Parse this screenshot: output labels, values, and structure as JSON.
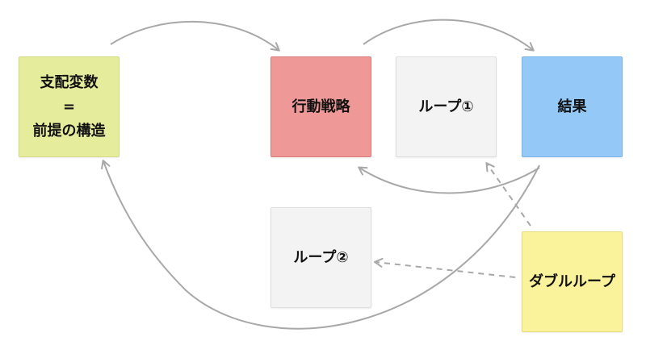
{
  "nodes": {
    "variables": {
      "label": "支配変数\n=\n前提の構造",
      "color": "#e5ec9c",
      "border": "#d4da86"
    },
    "strategy": {
      "label": "行動戦略",
      "color": "#ee9898",
      "border": "#dc7b7b"
    },
    "loop1": {
      "label": "ループ①",
      "color": "#f3f3f3",
      "border": "#dedede"
    },
    "result": {
      "label": "結果",
      "color": "#93c8f7",
      "border": "#79b4ea"
    },
    "loop2": {
      "label": "ループ②",
      "color": "#f3f3f3",
      "border": "#dedede"
    },
    "double": {
      "label": "ダブルループ",
      "color": "#fbf39b",
      "border": "#e6dc7c"
    }
  },
  "edges": [
    {
      "from": "variables",
      "to": "strategy",
      "style": "solid"
    },
    {
      "from": "strategy",
      "to": "result",
      "style": "solid"
    },
    {
      "from": "result",
      "to": "strategy",
      "style": "solid"
    },
    {
      "from": "result",
      "to": "variables",
      "style": "solid"
    },
    {
      "from": "double",
      "to": "loop1",
      "style": "dashed"
    },
    {
      "from": "double",
      "to": "loop2",
      "style": "dashed"
    }
  ],
  "colors": {
    "arrow": "#a8a8a8"
  }
}
